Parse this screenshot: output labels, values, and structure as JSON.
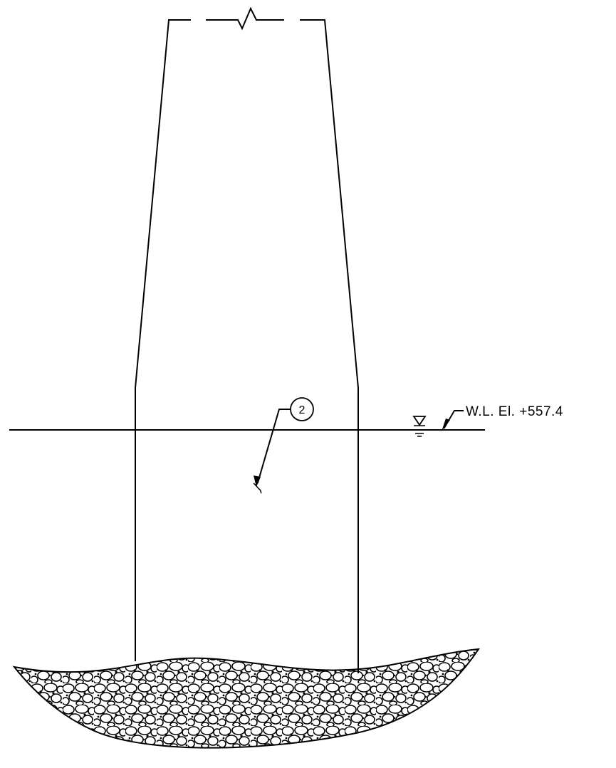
{
  "drawing": {
    "water_level_label": "W.L. El. +557.4",
    "callout_number": "2",
    "line_color": "#000000",
    "background_color": "#ffffff",
    "icons": {
      "water_level": "water-level-triangle-icon",
      "break_line": "break-line-icon",
      "riprap": "riprap-hatch"
    }
  }
}
